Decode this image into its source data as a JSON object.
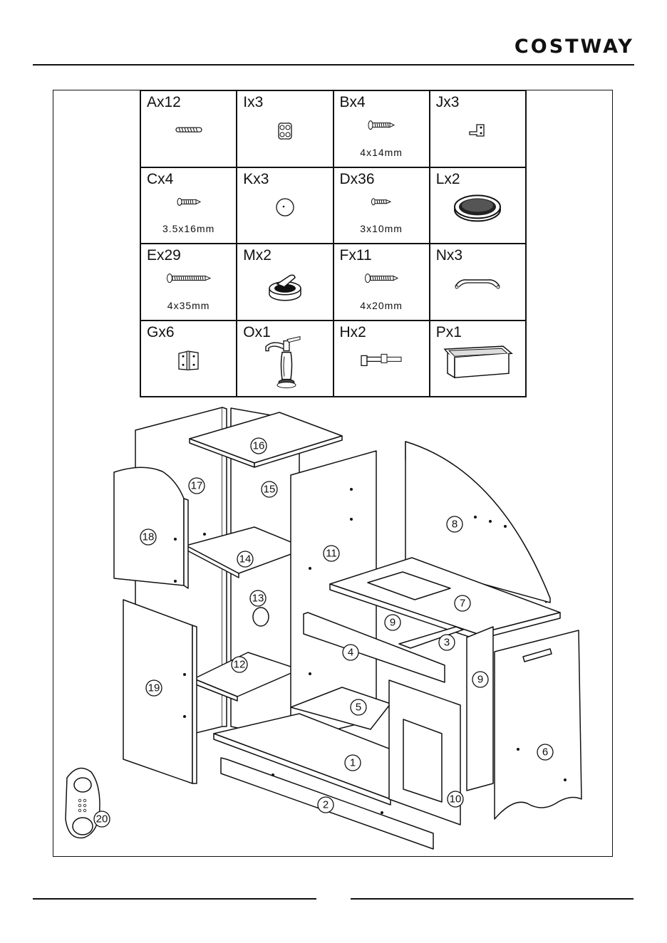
{
  "brand": "COSTWAY",
  "hardware": [
    {
      "code": "Ax12",
      "size": "",
      "icon": "rod-screw-icon"
    },
    {
      "code": "Ix3",
      "size": "",
      "icon": "connector-icon"
    },
    {
      "code": "Bx4",
      "size": "4x14mm",
      "icon": "screw-icon"
    },
    {
      "code": "Jx3",
      "size": "",
      "icon": "bracket-icon"
    },
    {
      "code": "Cx4",
      "size": "3.5x16mm",
      "icon": "screw-icon"
    },
    {
      "code": "Kx3",
      "size": "",
      "icon": "cam-lock-icon"
    },
    {
      "code": "Dx36",
      "size": "3x10mm",
      "icon": "screw-icon"
    },
    {
      "code": "Lx2",
      "size": "",
      "icon": "burner-pad-icon"
    },
    {
      "code": "Ex29",
      "size": "4x35mm",
      "icon": "screw-icon"
    },
    {
      "code": "Mx2",
      "size": "",
      "icon": "knob-icon"
    },
    {
      "code": "Fx11",
      "size": "4x20mm",
      "icon": "screw-icon"
    },
    {
      "code": "Nx3",
      "size": "",
      "icon": "handle-icon"
    },
    {
      "code": "Gx6",
      "size": "",
      "icon": "hinge-icon"
    },
    {
      "code": "Ox1",
      "size": "",
      "icon": "faucet-icon"
    },
    {
      "code": "Hx2",
      "size": "",
      "icon": "latch-icon"
    },
    {
      "code": "Px1",
      "size": "",
      "icon": "sink-basin-icon"
    }
  ],
  "parts": [
    "1",
    "2",
    "3",
    "4",
    "5",
    "6",
    "7",
    "8",
    "9",
    "10",
    "11",
    "12",
    "13",
    "14",
    "15",
    "16",
    "17",
    "18",
    "19",
    "20"
  ]
}
